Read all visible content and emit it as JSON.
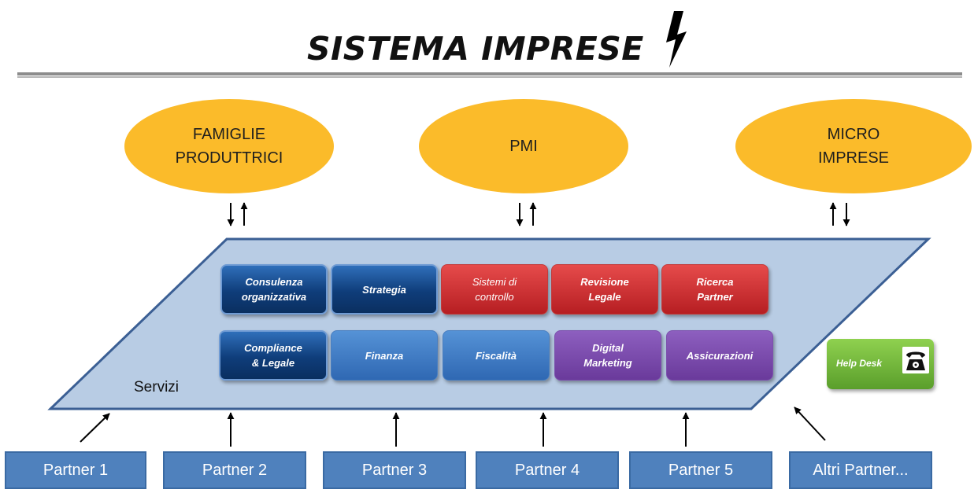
{
  "title": "SISTEMA IMPRESE",
  "title_icon": "lightning-bolt-icon",
  "segments": [
    {
      "label": "FAMIGLIE\nPRODUTTRICI"
    },
    {
      "label": "PMI"
    },
    {
      "label": "MICRO\nIMPRESE"
    }
  ],
  "platform": {
    "label": "Servizi",
    "row1": [
      {
        "label": "Consulenza\norganizzativa",
        "color": "#0f3d7a"
      },
      {
        "label": "Strategia",
        "color": "#0f3d7a"
      },
      {
        "label": "Sistemi di\ncontrollo",
        "color": "#c0282c"
      },
      {
        "label": "Revisione\nLegale",
        "color": "#c0282c"
      },
      {
        "label": "Ricerca\nPartner",
        "color": "#c0282c"
      }
    ],
    "row2": [
      {
        "label": "Compliance\n& Legale",
        "color": "#0f3d7a"
      },
      {
        "label": "Finanza",
        "color": "#3a74c0"
      },
      {
        "label": "Fiscalità",
        "color": "#3a74c0"
      },
      {
        "label": "Digital\nMarketing",
        "color": "#7c4db0"
      },
      {
        "label": "Assicurazioni",
        "color": "#7c4db0"
      }
    ]
  },
  "helpdesk": {
    "label": "Help Desk",
    "icon": "telephone-icon",
    "color": "#6fb83a"
  },
  "partners": [
    {
      "label": "Partner 1"
    },
    {
      "label": "Partner 2"
    },
    {
      "label": "Partner 3"
    },
    {
      "label": "Partner 4"
    },
    {
      "label": "Partner 5"
    },
    {
      "label": "Altri Partner..."
    }
  ],
  "colors": {
    "segment": "#fbbb2a",
    "platform_fill": "#b8cce4",
    "platform_border": "#3b5f94",
    "partner": "#4f81bd"
  }
}
